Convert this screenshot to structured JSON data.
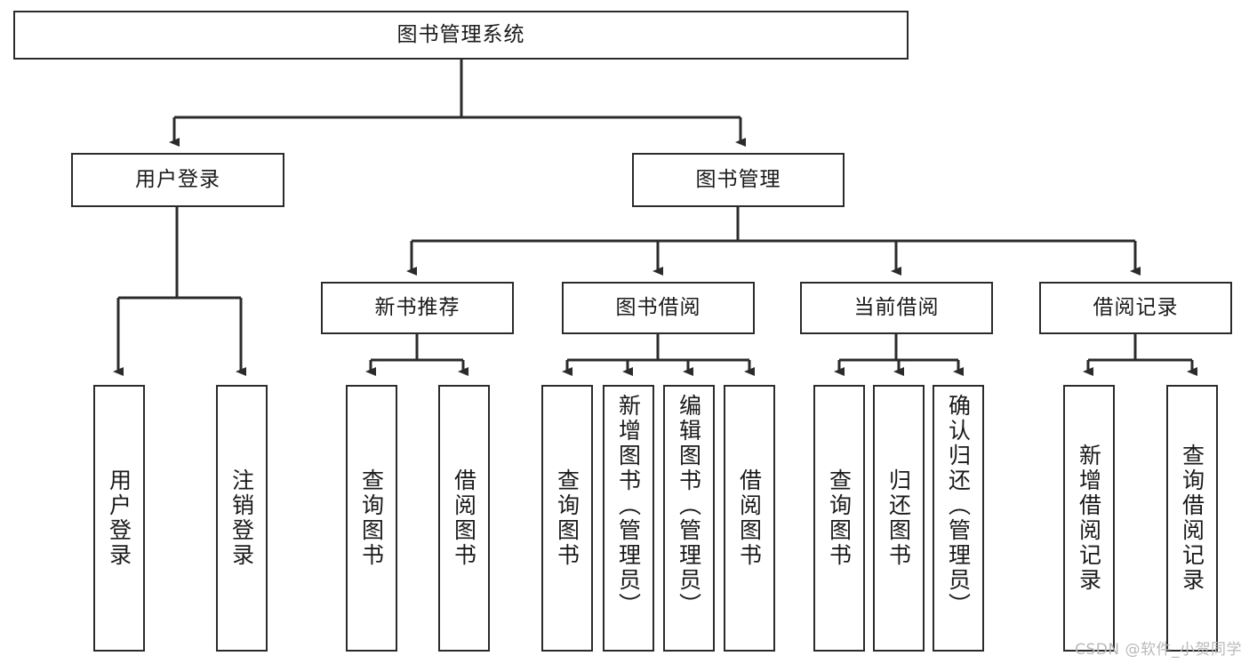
{
  "diagram": {
    "title": "图书管理系统",
    "watermark": "CSDN @软件_小贺同学",
    "line_color": "#2b2b2b",
    "box_fill": "#ffffff",
    "text_color": "#1a1a1a",
    "background": "#ffffff",
    "root": {
      "label": "图书管理系统"
    },
    "level2": [
      {
        "label": "用户登录"
      },
      {
        "label": "图书管理"
      }
    ],
    "level3": [
      {
        "label": "新书推荐"
      },
      {
        "label": "图书借阅"
      },
      {
        "label": "当前借阅"
      },
      {
        "label": "借阅记录"
      }
    ],
    "leaves": {
      "user_login": [
        {
          "label": "用户登录"
        },
        {
          "label": "注销登录"
        }
      ],
      "new_book_recommend": [
        {
          "label": "查询图书"
        },
        {
          "label": "借阅图书"
        }
      ],
      "book_borrow": [
        {
          "label": "查询图书"
        },
        {
          "label": "新增图书（管理员）"
        },
        {
          "label": "编辑图书（管理员）"
        },
        {
          "label": "借阅图书"
        }
      ],
      "current_borrow": [
        {
          "label": "查询图书"
        },
        {
          "label": "归还图书"
        },
        {
          "label": "确认归还（管理员）"
        }
      ],
      "borrow_record": [
        {
          "label": "新增借阅记录"
        },
        {
          "label": "查询借阅记录"
        }
      ]
    }
  }
}
